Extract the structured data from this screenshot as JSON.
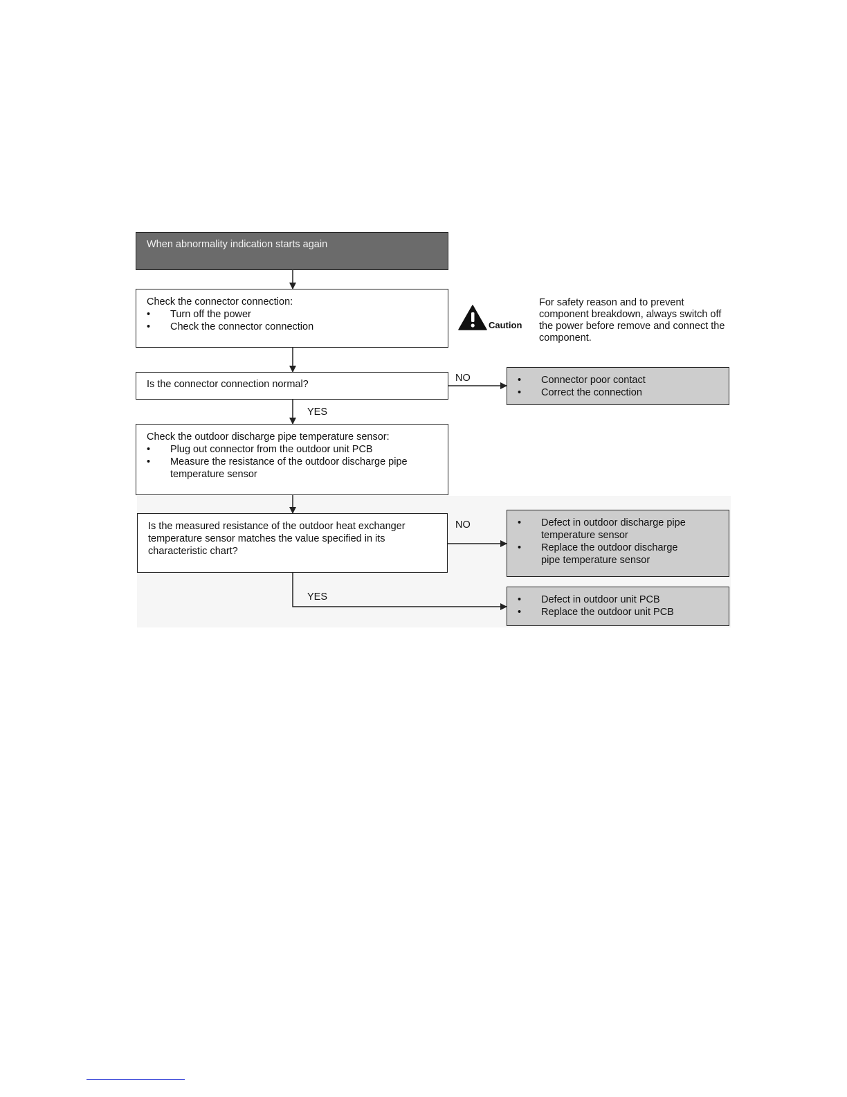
{
  "flowchart": {
    "start": {
      "text": "When abnormality indication starts again"
    },
    "check_connector": {
      "heading": "Check the connector connection:",
      "items": [
        "Turn off the power",
        "Check the connector connection"
      ]
    },
    "caution": {
      "icon": "warning-triangle-icon",
      "label": "Caution",
      "text": "For safety reason and to prevent component breakdown, always switch off the power before remove and connect the component."
    },
    "decision_connector": {
      "text": "Is the connector connection normal?",
      "no_label": "NO",
      "yes_label": "YES"
    },
    "result_connector": {
      "items": [
        "Connector poor contact",
        "Correct the connection"
      ]
    },
    "check_sensor": {
      "heading": "Check the outdoor discharge pipe temperature sensor:",
      "items": [
        "Plug out connector from the outdoor unit PCB",
        "Measure the resistance of the outdoor discharge pipe temperature sensor"
      ]
    },
    "decision_resistance": {
      "text": "Is the measured resistance of the outdoor heat exchanger temperature sensor matches the value specified in its characteristic chart?",
      "no_label": "NO",
      "yes_label": "YES"
    },
    "result_sensor": {
      "items": [
        "Defect in outdoor discharge pipe temperature sensor",
        "Replace the outdoor discharge pipe temperature sensor"
      ]
    },
    "result_pcb": {
      "items": [
        "Defect in outdoor unit PCB",
        "Replace the outdoor unit PCB"
      ]
    }
  },
  "colors": {
    "start_fill": "#6b6b6b",
    "result_fill": "#cdcdcd",
    "line": "#222222"
  }
}
